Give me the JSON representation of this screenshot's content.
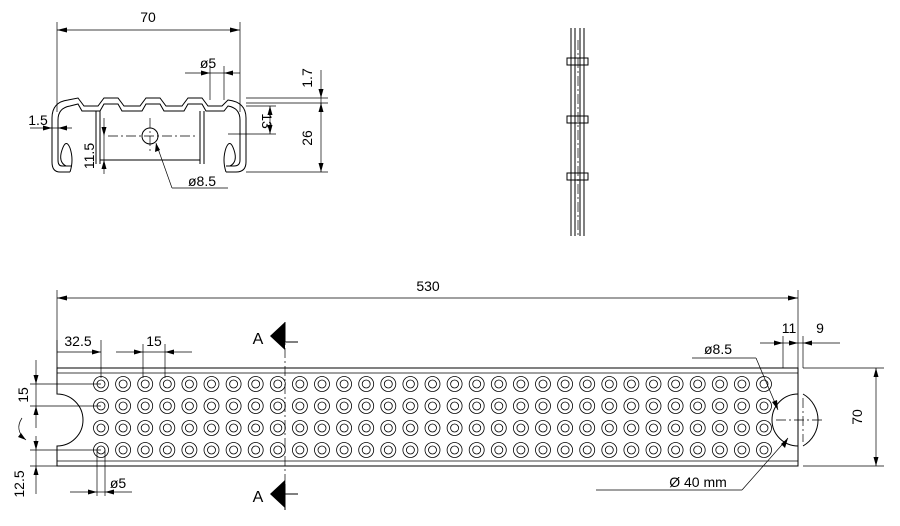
{
  "drawing": {
    "section_view": {
      "width_label": "70",
      "hole_small_label": "ø5",
      "thickness_label": "1.7",
      "wall_label": "1.5",
      "height_inner_label": "13",
      "height_total_label": "26",
      "offset_label": "11.5",
      "hole_large_label": "ø8.5"
    },
    "plan_view": {
      "length_label": "530",
      "edge_offset_label": "32.5",
      "pitch_label": "15",
      "end_offset_label": "11",
      "end_margin_label": "9",
      "end_hole_label": "ø8.5",
      "width_label": "70",
      "row_pitch_label": "15",
      "bottom_offset_label": "12.5",
      "hole_label": "ø5",
      "cutout_label": "Ø 40 mm",
      "section_mark_top": "A",
      "section_mark_bottom": "A",
      "hole_rows": 4,
      "hole_cols": 31
    }
  }
}
